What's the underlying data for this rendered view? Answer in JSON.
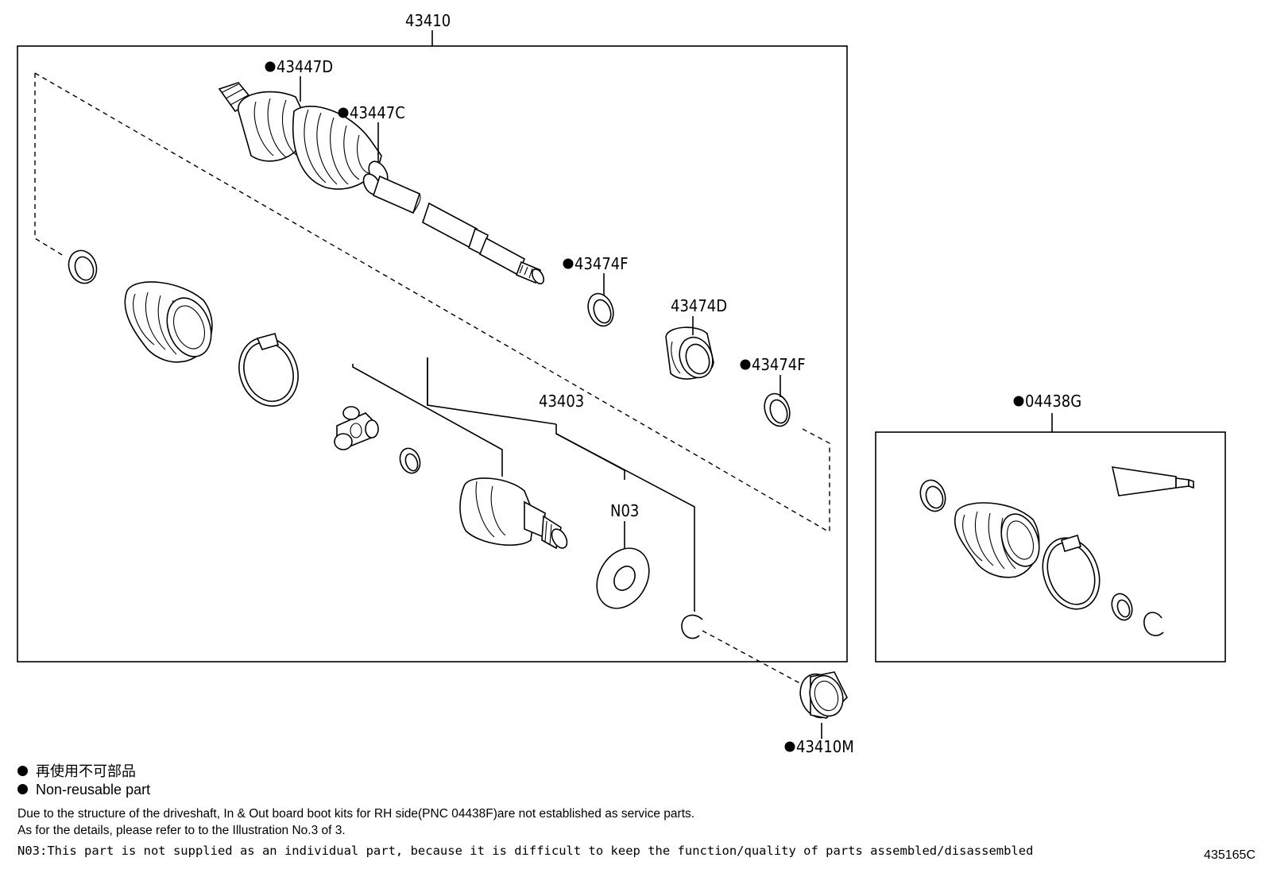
{
  "labels": {
    "assembly": "43410",
    "outer_cv_kit": "43447D",
    "clamp_43447c": "43447C",
    "clip_upper": "43474F",
    "damper": "43474D",
    "clip_lower": "43474F",
    "inner_joint": "43403",
    "n03": "N03",
    "boot_kit": "04438G",
    "seal": "43410M"
  },
  "legend": {
    "line1": "再使用不可部品",
    "line2": "Non-reusable part"
  },
  "notes": {
    "line1": "Due to the structure of the driveshaft, In & Out board  boot kits for RH side(PNC 04438F)are not established as service parts.",
    "line2": "As for the details, please refer to to the Illustration No.3 of 3.",
    "line3": "N03:This part is not supplied as an individual part, because it is difficult to keep the function/quality of parts assembled/disassembled"
  },
  "illustration_id": "435165C"
}
